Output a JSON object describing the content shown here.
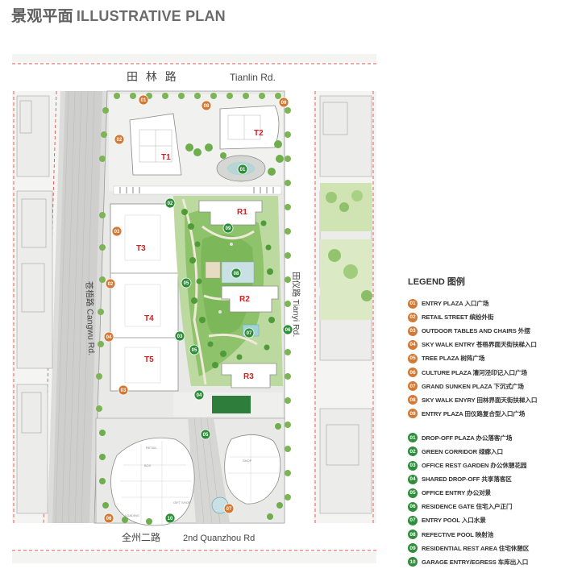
{
  "title": {
    "cn": "景观平面",
    "en": "ILLUSTRATIVE PLAN"
  },
  "roads": {
    "north_cn": "田 林 路",
    "north_en": "Tianlin Rd.",
    "west": "苍梧路 Cangwu Rd.",
    "east": "田仪路 Tianyi Rd.",
    "south_cn": "全州二路",
    "south_en": "2nd Quanzhou Rd"
  },
  "buildings": {
    "T1": "T1",
    "T2": "T2",
    "T3": "T3",
    "T4": "T4",
    "T5": "T5",
    "R1": "R1",
    "R2": "R2",
    "R3": "R3"
  },
  "legend": {
    "title": "LEGEND 图例",
    "orange": [
      {
        "num": "01",
        "text": "ENTRY PLAZA 入口广场"
      },
      {
        "num": "02",
        "text": "RETAIL STREET 缤纷外街"
      },
      {
        "num": "03",
        "text": "OUTDOOR TABLES AND CHAIRS 外摆"
      },
      {
        "num": "04",
        "text": "SKY WALK ENTRY 苍梧界面天街扶梯入口"
      },
      {
        "num": "05",
        "text": "TREE PLAZA 树阵广场"
      },
      {
        "num": "06",
        "text": "CULTURE PLAZA 漕河泾印记入口广场"
      },
      {
        "num": "07",
        "text": "GRAND SUNKEN PLAZA 下沉式广场"
      },
      {
        "num": "08",
        "text": "SKY WALK ENYRY 田林界面天街扶梯入口"
      },
      {
        "num": "09",
        "text": "ENTRY PLAZA 田仪路复合型入口广场"
      }
    ],
    "green": [
      {
        "num": "01",
        "text": "DROP-OFF PLAZA 办公落客广场"
      },
      {
        "num": "02",
        "text": "GREEN CORRIDOR 绿廊入口"
      },
      {
        "num": "03",
        "text": "OFFICE REST GARDEN 办公休憩花园"
      },
      {
        "num": "04",
        "text": "SHARED DROP-OFF 共享落客区"
      },
      {
        "num": "05",
        "text": "OFFICE ENTRY 办公对景"
      },
      {
        "num": "06",
        "text": "RESIDENCE GATE 住宅入户正门"
      },
      {
        "num": "07",
        "text": "ENTRY POOL 入口水景"
      },
      {
        "num": "08",
        "text": "REFECTIVE POOL 映射池"
      },
      {
        "num": "09",
        "text": "RESIDENTIAL REST AREA 住宅休憩区"
      },
      {
        "num": "10",
        "text": "GARAGE ENTRY/EGRESS 车库出入口"
      }
    ]
  },
  "markers": {
    "orange": [
      {
        "id": "o01",
        "label": "01"
      },
      {
        "id": "o08",
        "label": "08"
      },
      {
        "id": "o09a",
        "label": "09"
      },
      {
        "id": "o02a",
        "label": "02"
      },
      {
        "id": "o03a",
        "label": "03"
      },
      {
        "id": "o02b",
        "label": "02"
      },
      {
        "id": "o04a",
        "label": "04"
      },
      {
        "id": "o03b",
        "label": "03"
      },
      {
        "id": "o06",
        "label": "06"
      },
      {
        "id": "o07",
        "label": "07"
      }
    ],
    "green": [
      {
        "id": "g01",
        "label": "01"
      },
      {
        "id": "g02",
        "label": "02"
      },
      {
        "id": "g09",
        "label": "09"
      },
      {
        "id": "g05a",
        "label": "05"
      },
      {
        "id": "g08",
        "label": "08"
      },
      {
        "id": "g03",
        "label": "03"
      },
      {
        "id": "g05b",
        "label": "05"
      },
      {
        "id": "g07",
        "label": "07"
      },
      {
        "id": "g06",
        "label": "06"
      },
      {
        "id": "g04a",
        "label": "04"
      },
      {
        "id": "g05c",
        "label": "05"
      },
      {
        "id": "g10",
        "label": "10"
      }
    ]
  },
  "retail_labels": {
    "retail": "RETAIL",
    "box": "BOX",
    "loading": "LOADING",
    "gift": "GIFT SHOP",
    "shop": "SHOP"
  },
  "colors": {
    "orange": "#d27a35",
    "green": "#2f8e3a",
    "label_red": "#d61e1e",
    "road_red": "#e8504a"
  }
}
